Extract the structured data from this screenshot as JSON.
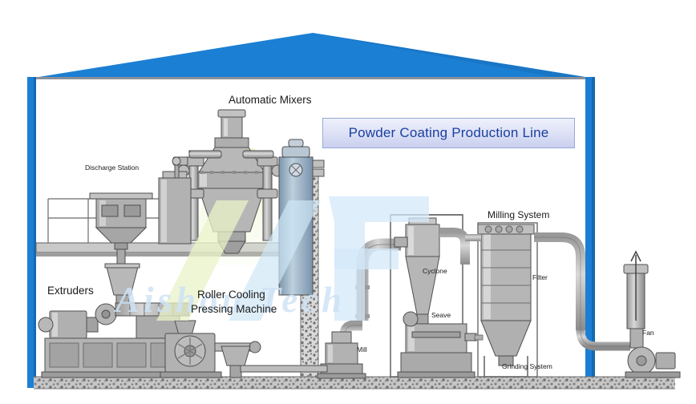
{
  "diagram": {
    "title": "Powder Coating Production Line",
    "watermark": "Aishou Tech",
    "brand_color": "#1a3fa0",
    "frame_color": "#1b7fd4",
    "machine_fill": "#a8a8a8",
    "machine_stroke": "#4f4f4f",
    "ground_color": "#b9b9b9"
  },
  "labels": {
    "automatic_mixers": "Automatic Mixers",
    "discharge_station": "Discharge Station",
    "extruders": "Extruders",
    "roller_cooling_line1": "Roller Cooling",
    "roller_cooling_line2": "Pressing Machine",
    "milling_system": "Milling System",
    "cyclone": "Cyclone",
    "seave": "Seave",
    "mill": "Mill",
    "filter": "Filter",
    "grinding_system": "Grinding System",
    "fan": "Fan"
  },
  "stations": [
    {
      "name": "Automatic Mixers",
      "level": "mezzanine"
    },
    {
      "name": "Discharge Station",
      "level": "mezzanine"
    },
    {
      "name": "Extruders",
      "level": "ground"
    },
    {
      "name": "Roller Cooling Pressing Machine",
      "level": "ground"
    },
    {
      "name": "Mill",
      "level": "ground"
    },
    {
      "name": "Cyclone",
      "level": "milling"
    },
    {
      "name": "Seave",
      "level": "milling"
    },
    {
      "name": "Filter",
      "level": "milling"
    },
    {
      "name": "Fan",
      "level": "milling"
    },
    {
      "name": "Grinding System",
      "level": "milling"
    },
    {
      "name": "Milling System",
      "level": "milling"
    }
  ]
}
